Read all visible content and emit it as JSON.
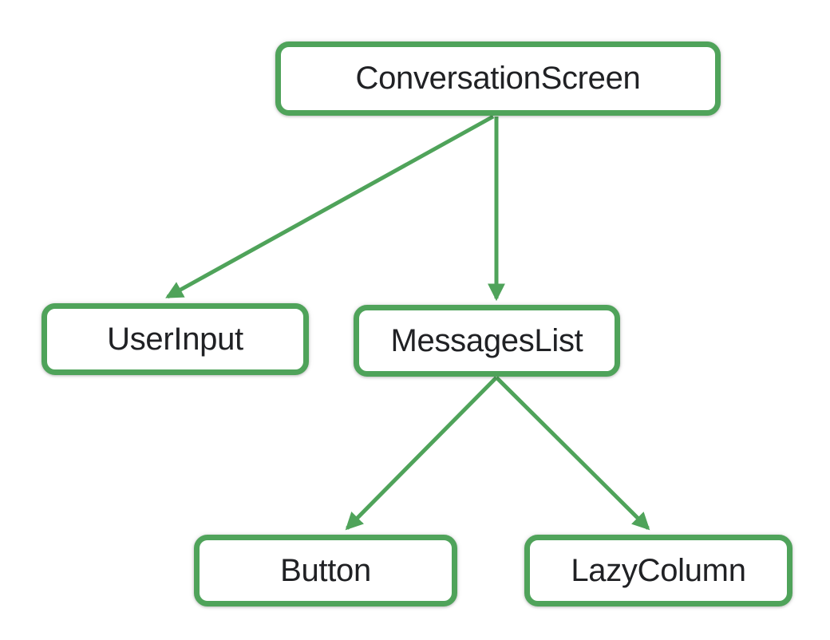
{
  "diagram": {
    "type": "tree",
    "accent_color": "#4FA35A",
    "text_color": "#202124",
    "background_color": "#ffffff",
    "nodes": [
      {
        "id": "conversation-screen",
        "label": "ConversationScreen"
      },
      {
        "id": "user-input",
        "label": "UserInput"
      },
      {
        "id": "messages-list",
        "label": "MessagesList"
      },
      {
        "id": "button",
        "label": "Button"
      },
      {
        "id": "lazy-column",
        "label": "LazyColumn"
      }
    ],
    "edges": [
      {
        "from": "ConversationScreen",
        "to": "UserInput"
      },
      {
        "from": "ConversationScreen",
        "to": "MessagesList"
      },
      {
        "from": "MessagesList",
        "to": "Button"
      },
      {
        "from": "MessagesList",
        "to": "LazyColumn"
      }
    ]
  }
}
